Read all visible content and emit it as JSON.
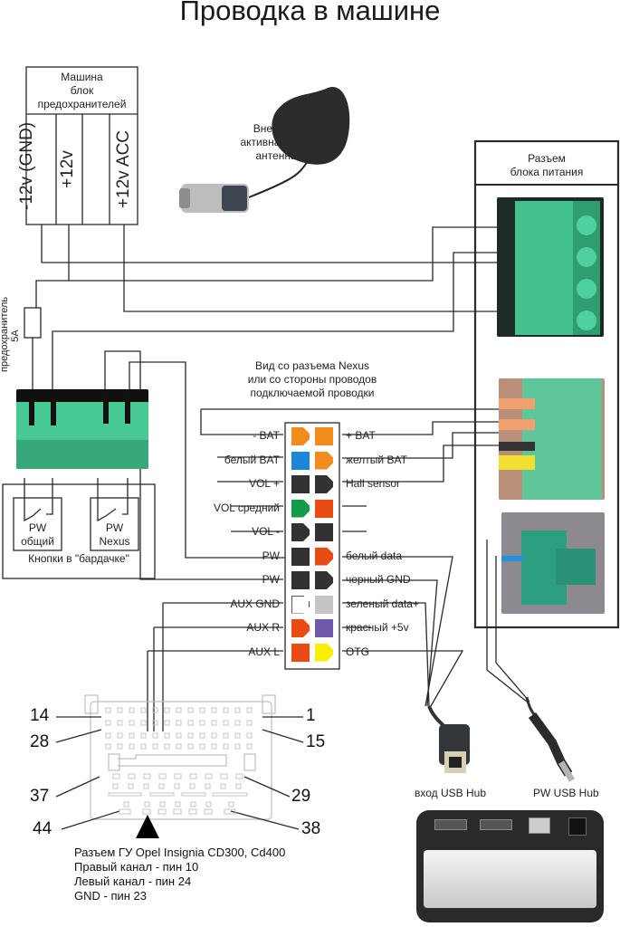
{
  "title": "Проводка в машине",
  "fuse_box": {
    "header": [
      "Машина",
      "блок",
      "предохранителей"
    ],
    "terminals": [
      "-12v (GND)",
      "+12v",
      "",
      "+12v ACC"
    ]
  },
  "gps": {
    "label": [
      "Внешняя",
      "активная GPS",
      "антенна"
    ]
  },
  "power_connector": {
    "header": [
      "Разъем",
      "блока питания"
    ]
  },
  "fuse": {
    "label": [
      "предохранитель",
      "5A"
    ]
  },
  "buttons": {
    "items": [
      {
        "label": [
          "PW",
          "общий"
        ]
      },
      {
        "label": [
          "PW",
          "Nexus"
        ]
      }
    ],
    "caption": "Кнопки в \"бардачке\""
  },
  "nexus_connector": {
    "caption": [
      "Вид со разъема Nexus",
      "или со стороны проводов",
      "подключаемой проводки"
    ],
    "rows": [
      {
        "left": "- BAT",
        "right": "+ BAT",
        "left_color": "#f28a1c",
        "right_color": "#f28a1c",
        "left_shape": "d",
        "right_shape": "sq"
      },
      {
        "left": "белый BAT",
        "right": "желтый BAT",
        "left_color": "#1d86d8",
        "right_color": "#f28a1c",
        "left_shape": "sq",
        "right_shape": "d"
      },
      {
        "left": "VOL +",
        "right": "Hall sensor",
        "left_color": "#333131",
        "right_color": "#333131",
        "left_shape": "sq",
        "right_shape": "d"
      },
      {
        "left": "VOL средний",
        "right": "",
        "left_color": "#159a4a",
        "right_color": "#ea4a14",
        "left_shape": "d",
        "right_shape": "sq"
      },
      {
        "left": "VOL -",
        "right": "",
        "left_color": "#333131",
        "right_color": "#333131",
        "left_shape": "d",
        "right_shape": "sq"
      },
      {
        "left": "PW",
        "right": "белый data-",
        "left_color": "#333131",
        "right_color": "#ea4a14",
        "left_shape": "sq",
        "right_shape": "d"
      },
      {
        "left": "PW",
        "right": "черный GND",
        "left_color": "#333131",
        "right_color": "#333131",
        "left_shape": "sq",
        "right_shape": "d"
      },
      {
        "left": "AUX GND",
        "right": "зеленый data+",
        "left_color": "#ffffff",
        "right_color": "#c4c4c4",
        "left_shape": "d",
        "right_shape": "sq"
      },
      {
        "left": "AUX R",
        "right": "красный +5v",
        "left_color": "#ea4a14",
        "right_color": "#6e5aa8",
        "left_shape": "d",
        "right_shape": "sq"
      },
      {
        "left": "AUX L",
        "right": "OTG",
        "left_color": "#ea4a14",
        "right_color": "#f8f000",
        "left_shape": "sq",
        "right_shape": "d"
      }
    ]
  },
  "head_unit": {
    "pin_labels": {
      "tl": "14",
      "tr": "1",
      "ml": "28",
      "mr": "15",
      "ll": "37",
      "lr": "29",
      "bl": "44",
      "br": "38"
    },
    "caption": [
      "Разъем ГУ Opel Insignia CD300, Cd400",
      "Правый канал - пин 10",
      "Левый канал - пин 24",
      "GND - пин 23"
    ]
  },
  "usb_hub": {
    "input_label": "вход USB Hub",
    "power_label": "PW USB Hub"
  },
  "colors": {
    "terminal_green": "#3fbf8a",
    "wire": "#222222"
  }
}
